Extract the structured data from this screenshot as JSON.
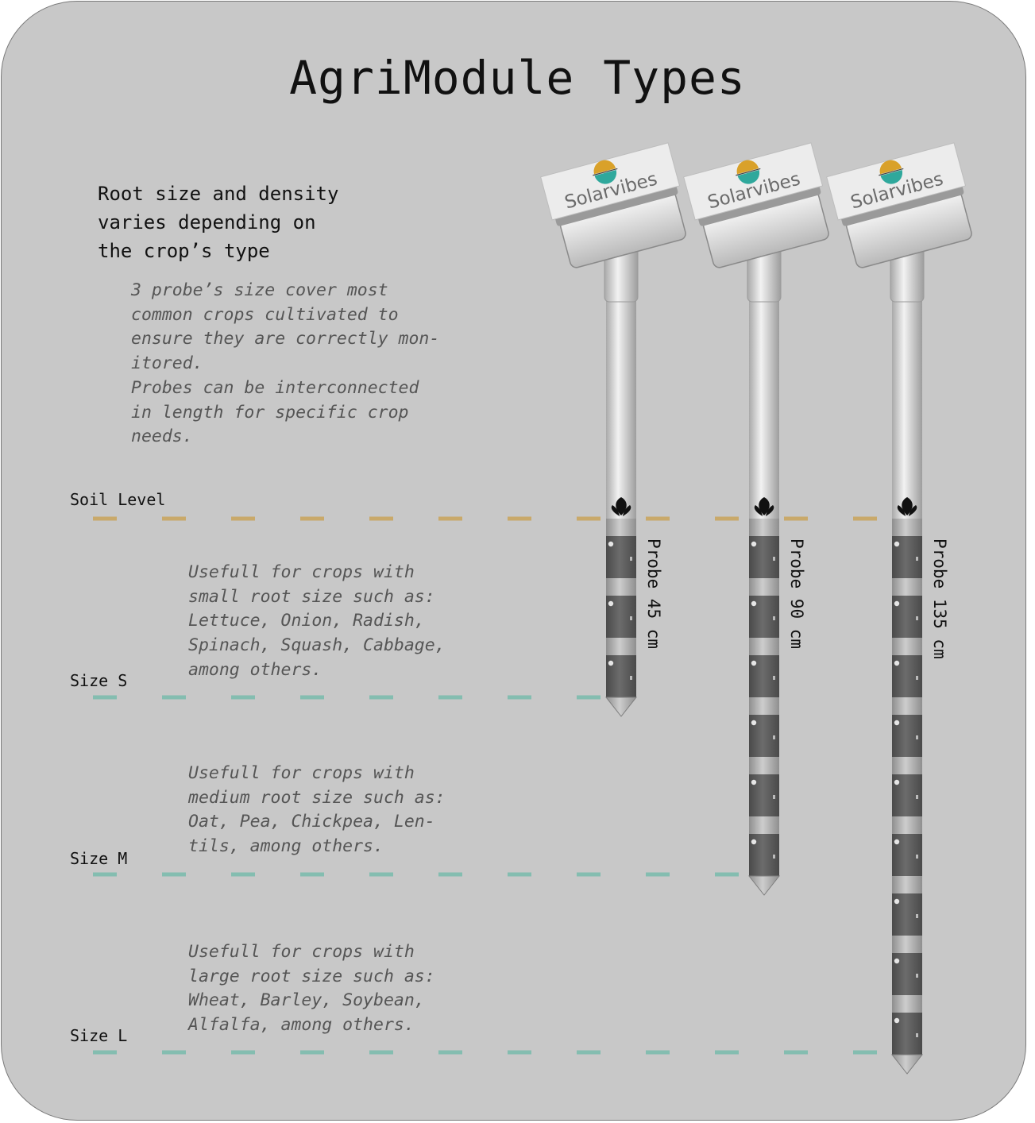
{
  "title": "AgriModule Types",
  "intro_lines": [
    "Root size and density",
    "varies depending on",
    "the crop’s type"
  ],
  "probe_note_lines": [
    "3 probe’s size cover most",
    "common crops cultivated to",
    "ensure they are correctly mon-",
    "itored.",
    "Probes can be interconnected",
    "in length for specific crop",
    "needs."
  ],
  "levels": {
    "soil": "Soil Level",
    "s": "Size S",
    "m": "Size M",
    "l": "Size L"
  },
  "size_notes": {
    "s": [
      "Usefull for crops with",
      "small root size such as:",
      "Lettuce, Onion, Radish,",
      "Spinach, Squash, Cabbage,",
      "among others."
    ],
    "m": [
      "Usefull for crops with",
      "medium root size such as:",
      "Oat, Pea, Chickpea, Len-",
      "tils, among others."
    ],
    "l": [
      "Usefull for crops with",
      "large root size such as:",
      "Wheat, Barley, Soybean,",
      "Alfalfa, among others."
    ]
  },
  "probes": [
    {
      "label": "Probe 45 cm",
      "brand": "Solarvibes",
      "segments": 3
    },
    {
      "label": "Probe 90 cm",
      "brand": "Solarvibes",
      "segments": 6
    },
    {
      "label": "Probe 135 cm",
      "brand": "Solarvibes",
      "segments": 9
    }
  ],
  "colors": {
    "background": "#c8c8c8",
    "soil_line": "#c9a96a",
    "size_line": "#84bdb0",
    "sensor_dark": "#5c5c5c",
    "sensor_light": "#ababab",
    "logo_sun": "#d9a12a",
    "logo_sea": "#2fa89c"
  }
}
